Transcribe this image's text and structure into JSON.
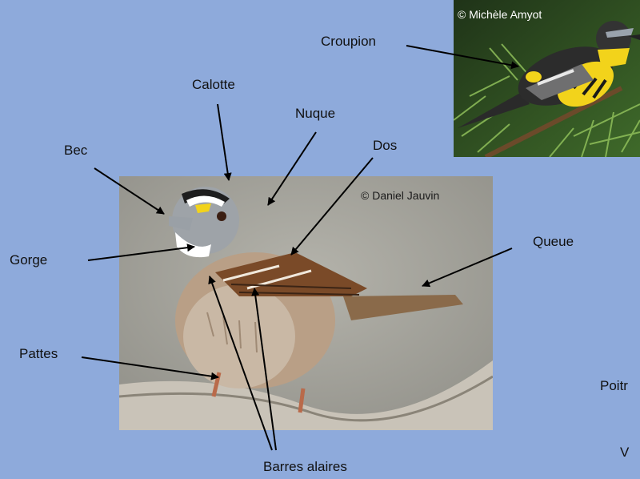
{
  "photos": {
    "main": {
      "credit": "© Daniel Jauvin",
      "subject": "white-throated-sparrow"
    },
    "inset": {
      "credit": "© Michèle Amyot",
      "subject": "magnolia-warbler"
    }
  },
  "labels": {
    "croupion": "Croupion",
    "calotte": "Calotte",
    "nuque": "Nuque",
    "dos": "Dos",
    "bec": "Bec",
    "gorge": "Gorge",
    "queue": "Queue",
    "pattes": "Pattes",
    "barres_alaires": "Barres alaires",
    "poitrine": "Poitr",
    "ventre": "V"
  },
  "colors": {
    "background": "#8eaadb",
    "arrow": "#000000"
  }
}
